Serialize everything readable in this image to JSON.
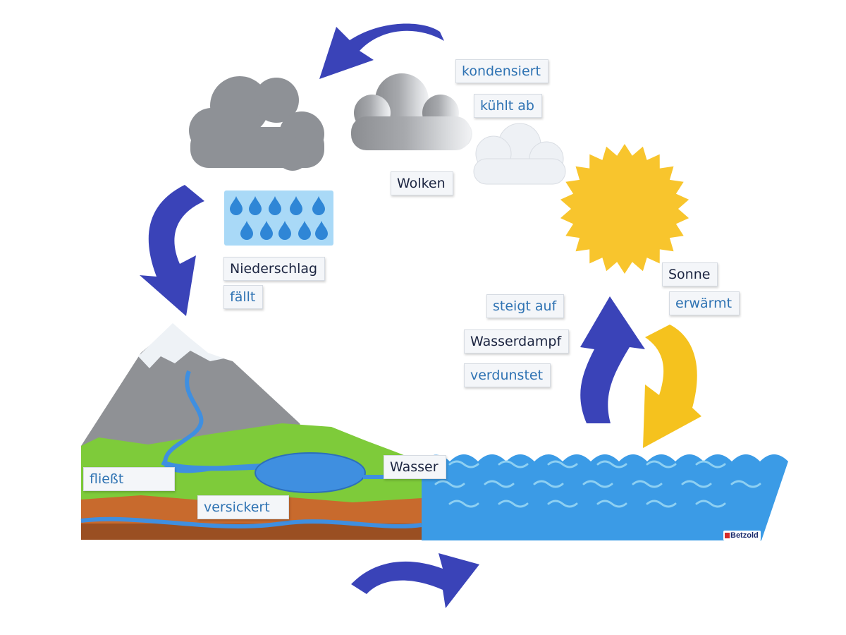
{
  "colors": {
    "arrow_blue": "#3a43b8",
    "arrow_yellow": "#f5c21e",
    "sun": "#f8c52d",
    "cloud_grey": "#8e9196",
    "cloud_white": "#eef1f5",
    "sea": "#3b9be6",
    "wave": "#8ed0f2",
    "grass": "#7ecb3a",
    "soil": "#c86a2d",
    "mountain": "#8f9195",
    "snow": "#eef2f6",
    "river": "#3f8fe0",
    "rain_panel": "#a9d9f7",
    "rain_drop": "#2f86d6"
  },
  "icons": [
    "cloud-icon",
    "sun-icon",
    "raindrop-icon",
    "mountain-icon",
    "lake-icon",
    "wave-icon",
    "cycle-arrow-icon"
  ],
  "labels": {
    "kondensiert": "kondensiert",
    "kuehlt_ab": "kühlt ab",
    "wolken": "Wolken",
    "niederschlag": "Niederschlag",
    "faellt": "fällt",
    "sonne": "Sonne",
    "erwaermt": "erwärmt",
    "steigt_auf": "steigt auf",
    "wasserdampf": "Wasserdampf",
    "verdunstet": "verdunstet",
    "wasser": "Wasser",
    "fliesst": "fließt",
    "versickert": "versickert"
  },
  "brand": "Betzold"
}
